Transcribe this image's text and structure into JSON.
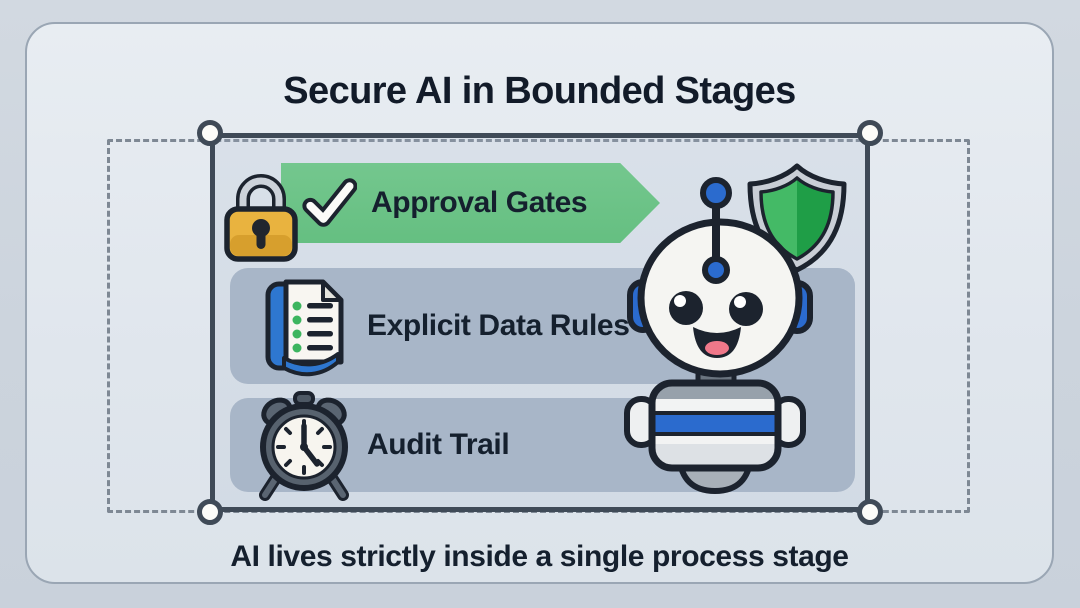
{
  "title": "Secure AI in Bounded Stages",
  "caption": "AI lives strictly inside a single process stage",
  "stages": [
    {
      "label": "Approval Gates",
      "banner": "green-arrow",
      "icons": [
        "lock-icon",
        "checkmark-icon"
      ]
    },
    {
      "label": "Explicit Data Rules",
      "banner": "gray-rounded",
      "icons": [
        "document-icon"
      ]
    },
    {
      "label": "Audit Trail",
      "banner": "gray-rounded",
      "icons": [
        "alarm-clock-icon"
      ]
    }
  ],
  "mascot": {
    "type": "robot",
    "accessory": "shield-icon"
  },
  "boundary": {
    "style": "dashed-outer + solid-selected",
    "handles": 4
  },
  "colors": {
    "background": "#ccd4dd",
    "card": "#e2e8ee",
    "banner_green": "#6cc287",
    "banner_gray": "#a8b6c8",
    "boundary_solid": "#3f4a57",
    "boundary_dashed": "#7e8894",
    "lock_gold": "#e8b33d",
    "accent_blue": "#2b6bce",
    "shield_green": "#23a04c",
    "text": "#131c2a"
  }
}
